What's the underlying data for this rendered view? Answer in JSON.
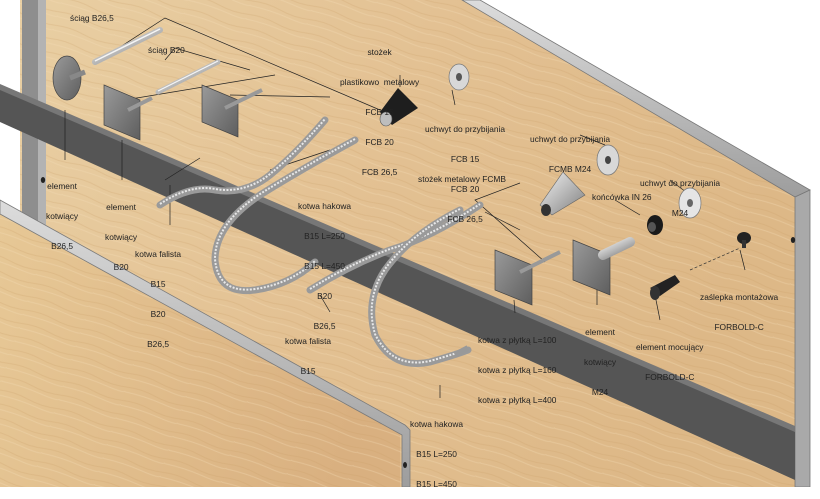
{
  "labels": {
    "sciag_b265": "ściąg B26,5",
    "sciag_b20": "ściąg B20",
    "stozek_plast": [
      "stożek",
      "plastikowo  metalowy",
      "FCB 15",
      "FCB 20",
      "FCB 26,5"
    ],
    "uchwyt_fcb": [
      "uchwyt do przybijania",
      "FCB 15",
      "FCB 20",
      "FCB 26,5"
    ],
    "uchwyt_fcmb": [
      "uchwyt do przybijania",
      "FCMB M24"
    ],
    "uchwyt_m24": [
      "uchwyt do przybijania",
      "M24"
    ],
    "element_b265": [
      "element",
      "kotwiący",
      "B26,5"
    ],
    "element_b20": [
      "element",
      "kotwiący",
      "B20"
    ],
    "kotwa_falista_1": [
      "kotwa falista",
      "B15",
      "B20",
      "B26,5"
    ],
    "kotwa_hakowa_1": [
      "kotwa hakowa",
      "B15 L=250",
      "B15 L=450",
      "B20",
      "B26,5"
    ],
    "stozek_metal": "stożek metalowy FCMB",
    "koncowka": "końcówka IN 26",
    "kotwa_falista_2": [
      "kotwa falista",
      "B15"
    ],
    "kotwa_plytka": [
      "kotwa z płytką L=100",
      "kotwa z płytką L=160",
      "kotwa z płytką L=400"
    ],
    "element_m24": [
      "element",
      "kotwiący",
      "M24"
    ],
    "zaslepka": [
      "zaślepka montażowa",
      "FORBOLD-C"
    ],
    "element_mocujacy": [
      "element mocujący",
      "FORBOLD-C"
    ],
    "kotwa_hakowa_2": [
      "kotwa hakowa",
      "B15 L=250",
      "B15 L=450"
    ]
  }
}
